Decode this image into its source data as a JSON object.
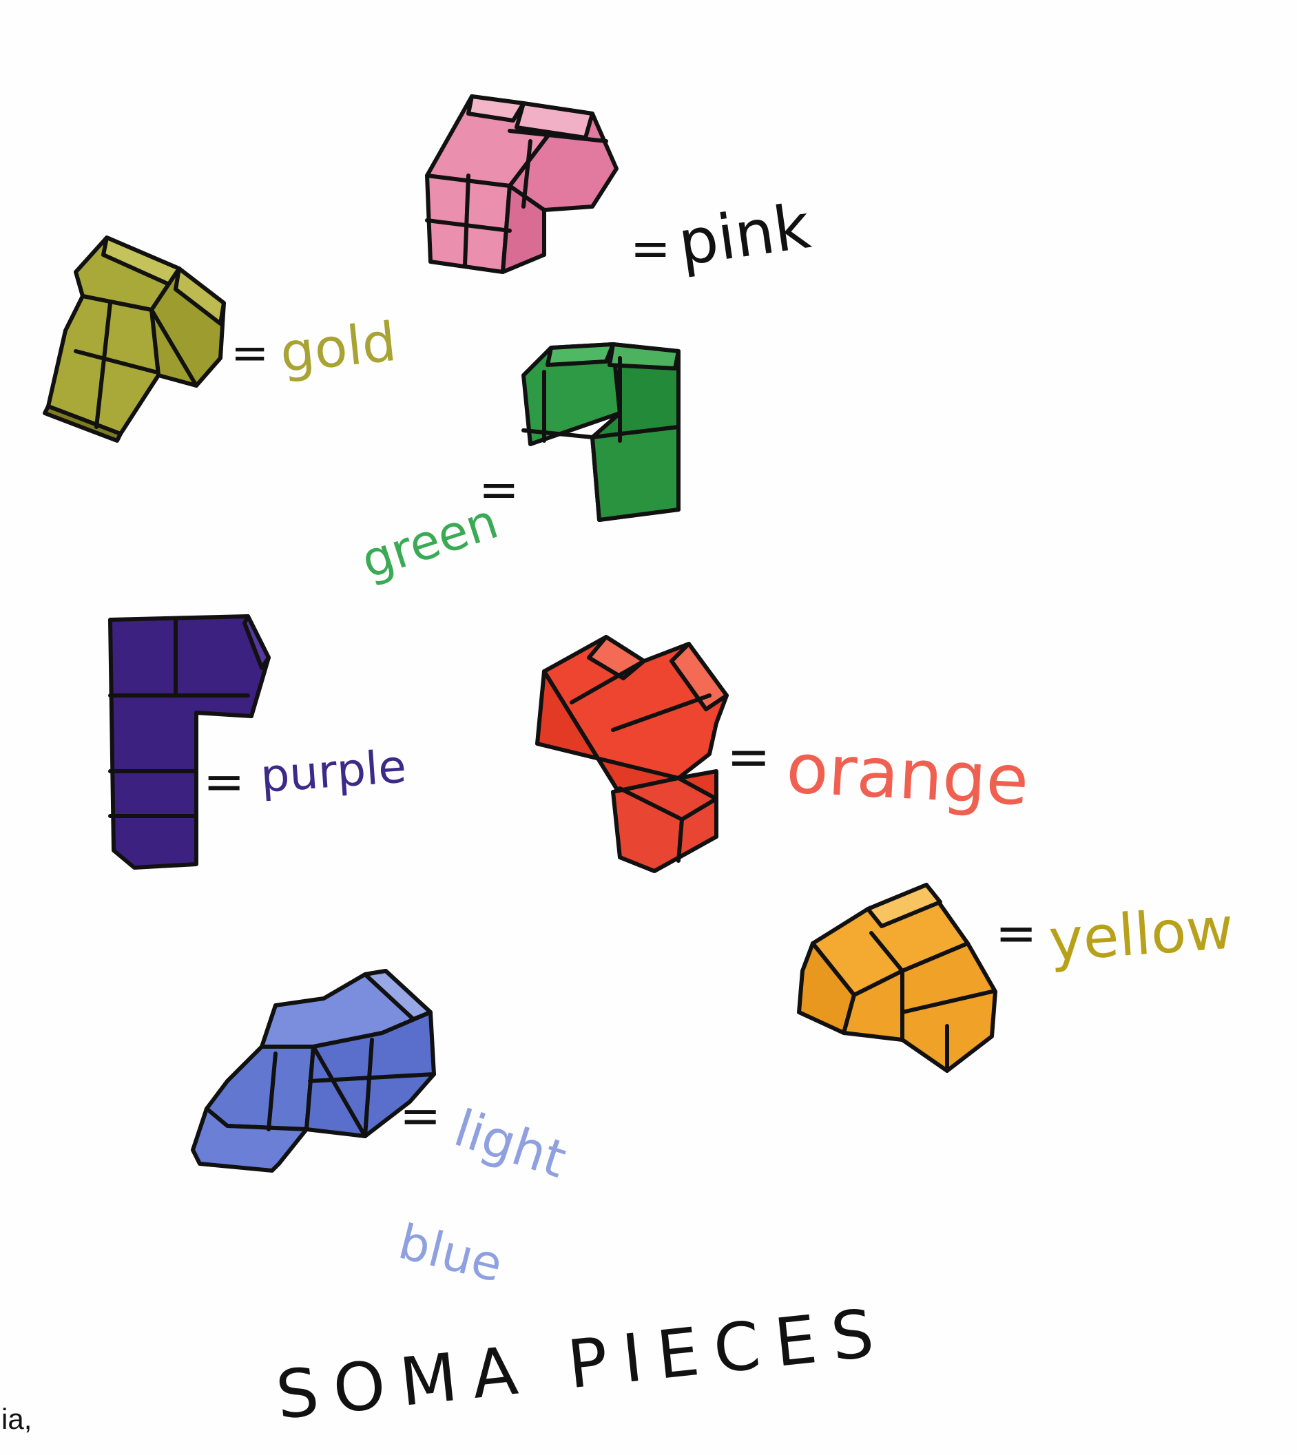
{
  "title": "SOMA PIECES",
  "margin_text": "ia,",
  "equals_sign": "=",
  "pieces": [
    {
      "id": "gold",
      "label": "gold",
      "color": "#a9a93a",
      "ink": "#a8a333"
    },
    {
      "id": "pink",
      "label": "pink",
      "color": "#ea8fae",
      "ink": "#111111"
    },
    {
      "id": "green",
      "label": "green",
      "color": "#2f9a45",
      "ink": "#3aaa55"
    },
    {
      "id": "purple",
      "label": "purple",
      "color": "#3c2180",
      "ink": "#3c2a88"
    },
    {
      "id": "orange",
      "label": "orange",
      "color": "#ee4530",
      "ink": "#f06050"
    },
    {
      "id": "yellow",
      "label": "yellow",
      "color": "#f4a931",
      "ink": "#b8a11a"
    },
    {
      "id": "light-blue",
      "label_line1": "light",
      "label_line2": "blue",
      "color": "#6277d0",
      "ink": "#8fa0e0"
    }
  ]
}
